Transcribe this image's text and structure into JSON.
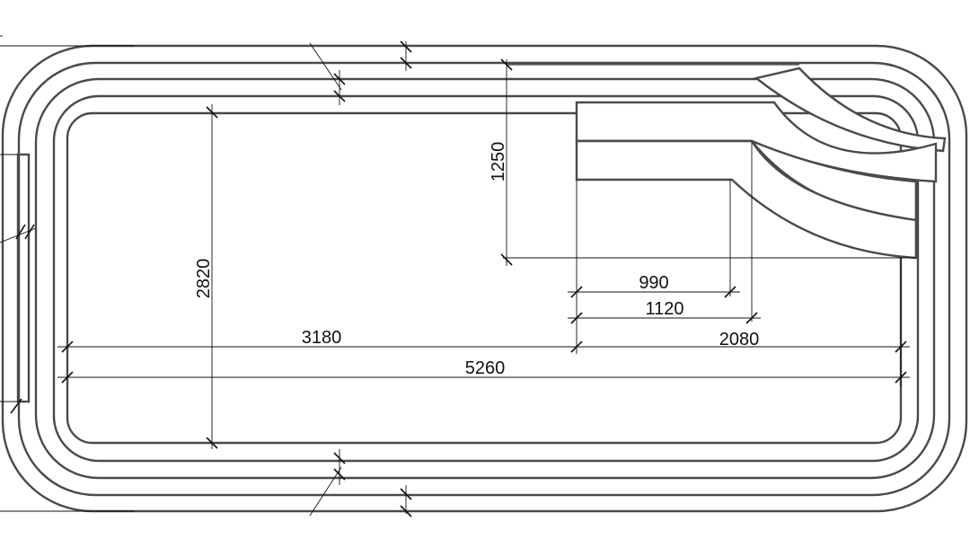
{
  "drawing": {
    "title": "Pool plan",
    "dimensions": {
      "width_total": "5260",
      "width_to_steps": "3180",
      "steps_length": "2080",
      "step_inner": "990",
      "step_outer": "1120",
      "depth": "2820",
      "steps_depth": "1250"
    },
    "line_color": "#4a4a4a"
  }
}
